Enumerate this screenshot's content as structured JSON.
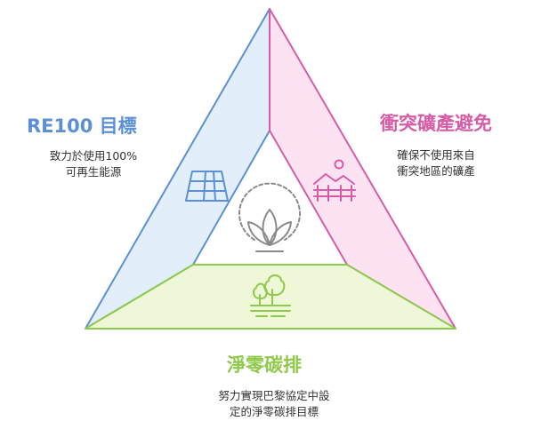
{
  "colors": {
    "left_stroke": "#5b8fd6",
    "left_fill": "#e3eefb",
    "right_stroke": "#d65ca6",
    "right_fill": "#fde3f2",
    "bottom_stroke": "#8fc94a",
    "bottom_fill": "#eef8d9",
    "icon_gray": "#8a8a8a"
  },
  "sections": {
    "left": {
      "title": "RE100 目標",
      "lines": [
        "致力於使用100%",
        "可再生能源"
      ],
      "icon": "solar-panel-icon"
    },
    "right": {
      "title": "衝突礦產避免",
      "lines": [
        "確保不使用來自",
        "衝突地區的礦產"
      ],
      "icon": "landscape-fence-icon"
    },
    "bottom": {
      "title": "淨零碳排",
      "lines": [
        "努力實現巴黎協定中設",
        "定的淨零碳排目標"
      ],
      "icon": "trees-icon"
    },
    "center": {
      "icon": "sprout-leaves-icon"
    }
  }
}
